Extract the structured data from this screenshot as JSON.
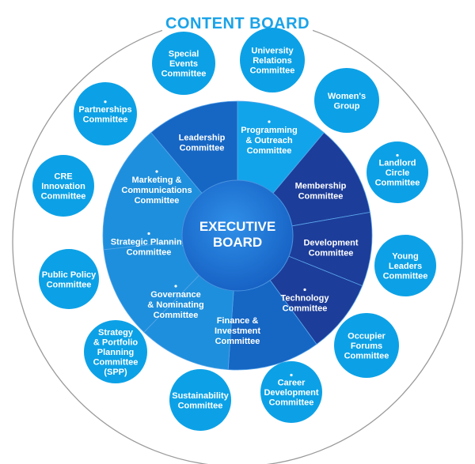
{
  "title": "CONTENT BOARD",
  "center": {
    "lines": [
      "EXECUTIVE",
      "BOARD"
    ]
  },
  "colors": {
    "title": "#1aa3e8",
    "outer_bubble": "#0ca1e6",
    "ring_light": "#1e8fdc",
    "ring_mid": "#1666c4",
    "ring_dark": "#1d3d9a",
    "programming_segment": "#12a4ea",
    "center": "#1b6fd0"
  },
  "inner_segments": [
    {
      "lines": [
        "Leadership",
        "Committee"
      ],
      "marker": false
    },
    {
      "lines": [
        "Programming",
        "& Outreach",
        "Committee"
      ],
      "marker": true
    },
    {
      "lines": [
        "Membership",
        "Committee"
      ],
      "marker": false
    },
    {
      "lines": [
        "Development",
        "Committee"
      ],
      "marker": false
    },
    {
      "lines": [
        "Technology",
        "Committee"
      ],
      "marker": true
    },
    {
      "lines": [
        "Finance &",
        "Investment",
        "Committee"
      ],
      "marker": false
    },
    {
      "lines": [
        "Governance",
        "& Nominating",
        "Committee"
      ],
      "marker": true
    },
    {
      "lines": [
        "Strategic Planning",
        "Committee"
      ],
      "marker": true
    },
    {
      "lines": [
        "Marketing &",
        "Communications",
        "Committee"
      ],
      "marker": true
    }
  ],
  "outer_bubbles": [
    {
      "lines": [
        "Special",
        "Events",
        "Committee"
      ],
      "marker": false
    },
    {
      "lines": [
        "University",
        "Relations",
        "Committee"
      ],
      "marker": false
    },
    {
      "lines": [
        "Women's",
        "Group"
      ],
      "marker": false
    },
    {
      "lines": [
        "Landlord",
        "Circle",
        "Committee"
      ],
      "marker": true
    },
    {
      "lines": [
        "Young",
        "Leaders",
        "Committee"
      ],
      "marker": false
    },
    {
      "lines": [
        "Occupier",
        "Forums",
        "Committee"
      ],
      "marker": false
    },
    {
      "lines": [
        "Career",
        "Development",
        "Committee"
      ],
      "marker": true
    },
    {
      "lines": [
        "Sustainability",
        "Committee"
      ],
      "marker": false
    },
    {
      "lines": [
        "Strategy",
        "& Portfolio",
        "Planning",
        "Committee",
        "(SPP)"
      ],
      "marker": false
    },
    {
      "lines": [
        "Public Policy",
        "Committee"
      ],
      "marker": false
    },
    {
      "lines": [
        "CRE",
        "Innovation",
        "Committee"
      ],
      "marker": false
    },
    {
      "lines": [
        "Partnerships",
        "Committee"
      ],
      "marker": true
    }
  ]
}
